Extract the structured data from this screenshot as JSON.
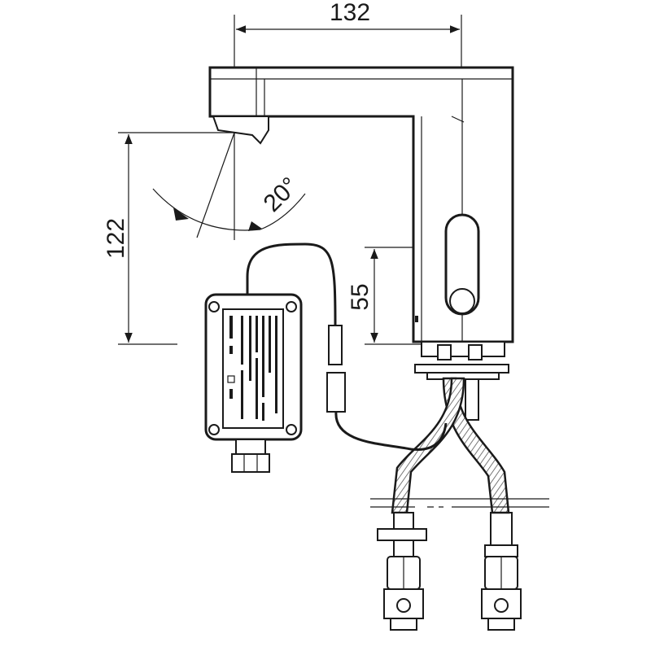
{
  "dimensions": {
    "width_label": "132",
    "height_label": "122",
    "sensor_height_label": "55",
    "spout_angle_label": "20°"
  },
  "colors": {
    "line": "#1a1a1a",
    "background": "#ffffff"
  }
}
